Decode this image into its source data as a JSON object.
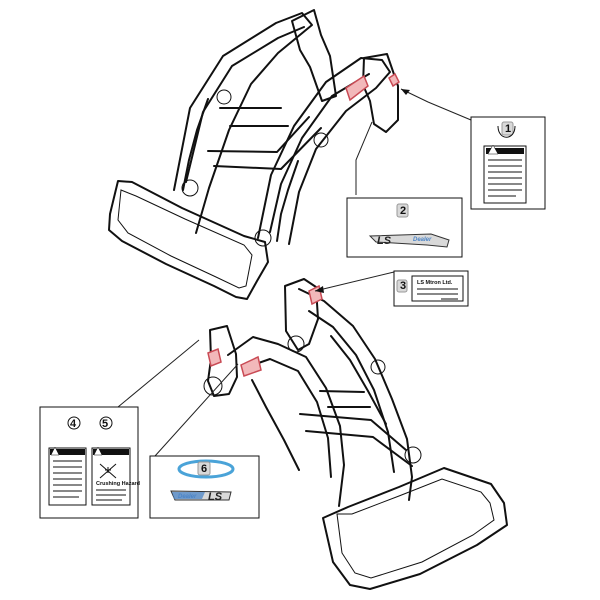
{
  "callouts": [
    {
      "id": "1",
      "label": "1",
      "sticker_text": "WARNING"
    },
    {
      "id": "2",
      "label": "2",
      "sticker_text": "LS",
      "secondary_text": "Dealer"
    },
    {
      "id": "3",
      "label": "3",
      "sticker_text": "LS Mtron Ltd."
    },
    {
      "id": "4",
      "label": "4",
      "sticker_text": "WARNING"
    },
    {
      "id": "5",
      "label": "5",
      "sticker_text": "WARNING",
      "secondary_text": "Crushing Hazard"
    },
    {
      "id": "6",
      "label": "6",
      "sticker_text": "LS",
      "secondary_text": "Dealer"
    }
  ],
  "colors": {
    "decal_red": "#c94b55",
    "highlight_blue": "#4aa3d8",
    "brand_blue": "#4b84c6"
  },
  "icons": {
    "warning": "warning-icon",
    "arrow": "leader-arrow-icon"
  }
}
